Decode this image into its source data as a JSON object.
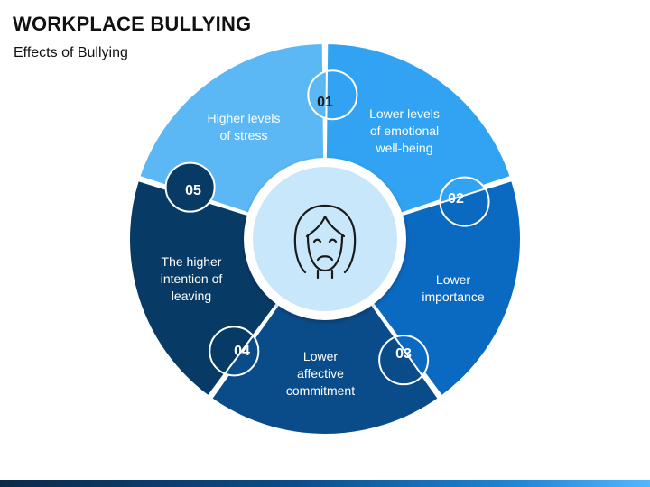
{
  "header": {
    "title": "WORKPLACE BULLYING",
    "subtitle": "Effects of Bullying"
  },
  "diagram": {
    "center_icon": "sad-woman-face-icon",
    "segments": [
      {
        "number": "01",
        "lines": [
          "Higher levels",
          "of stress"
        ],
        "color": "#5bb8f5",
        "text_color": "#1a1a1a"
      },
      {
        "number": "02",
        "lines": [
          "Lower levels",
          "of emotional",
          "well-being"
        ],
        "color": "#31a3f2",
        "text_color": "#ffffff"
      },
      {
        "number": "03",
        "lines": [
          "Lower",
          "importance"
        ],
        "color": "#0a69c0",
        "text_color": "#ffffff"
      },
      {
        "number": "04",
        "lines": [
          "Lower",
          "affective",
          "commitment"
        ],
        "color": "#0a4c8a",
        "text_color": "#ffffff"
      },
      {
        "number": "05",
        "lines": [
          "The higher",
          "intention of",
          "leaving"
        ],
        "color": "#083a66",
        "text_color": "#ffffff"
      }
    ]
  },
  "colors": {
    "hub_outer": "#ffffff",
    "hub_inner": "#c8e7fb",
    "icon_stroke": "#1a1a1a",
    "bottom_bar_start": "#0a2a4a",
    "bottom_bar_end": "#4fb8ff"
  }
}
